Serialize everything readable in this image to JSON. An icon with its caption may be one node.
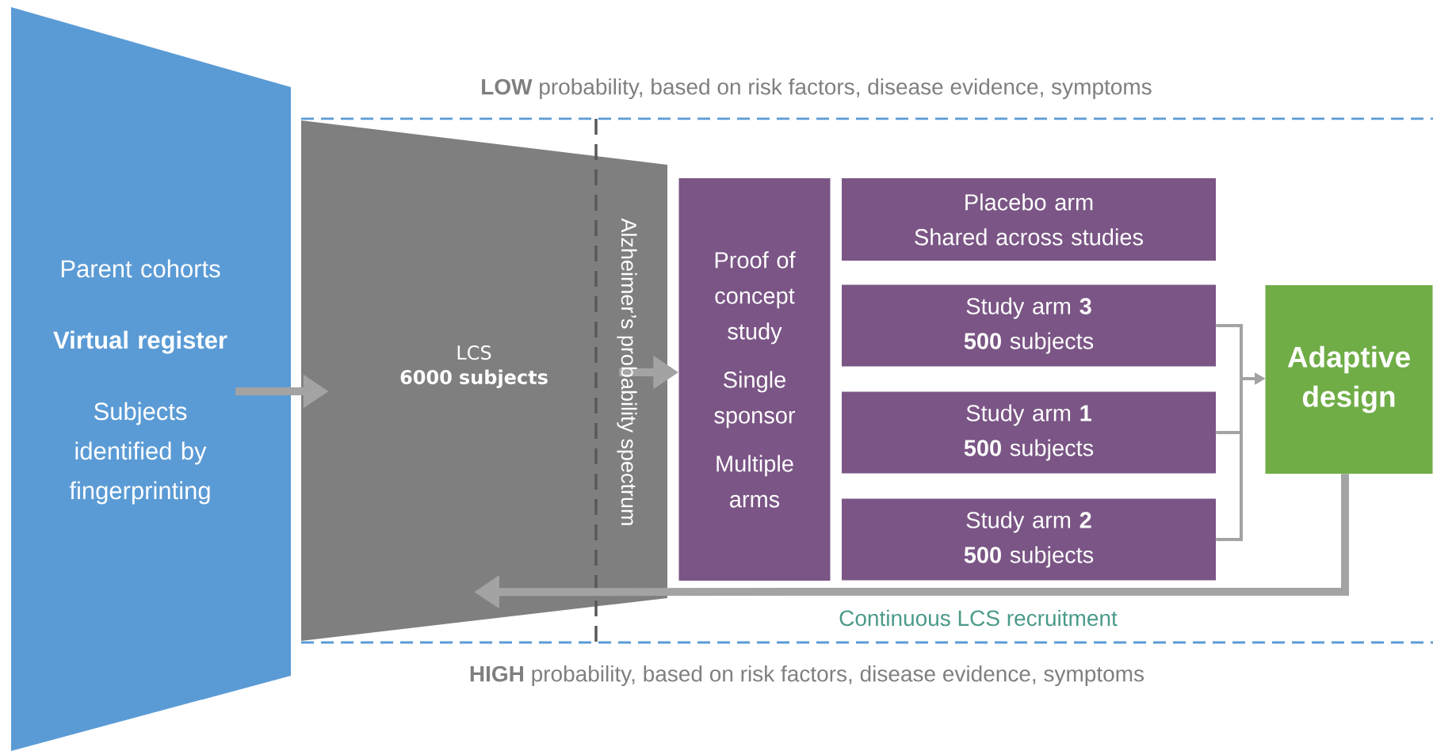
{
  "diagram": {
    "nodes": [
      {
        "text": [
          "Parent cohorts",
          "Virtual register",
          "Subjects identified by fingerprinting"
        ]
      },
      {
        "text": [
          "LCS",
          "6000 subjects"
        ]
      },
      {
        "text": [
          "Proof of concept study",
          "Single sponsor",
          "Multiple arms"
        ]
      },
      {
        "text": [
          "Placebo arm",
          "Shared across studies"
        ]
      },
      {
        "text": [
          "Study arm **3**",
          "**500** subjects"
        ]
      },
      {
        "text": [
          "Study arm **1**",
          "**500** subjects"
        ]
      },
      {
        "text": [
          "Study arm **2**",
          "**500** subjects"
        ]
      },
      {
        "text": [
          "Adaptive design"
        ]
      }
    ],
    "edges": [
      {
        "from": 0,
        "to": 1,
        "arrow": "to",
        "style": "thick"
      },
      {
        "from": 1,
        "to": 2,
        "arrow": "to",
        "style": "thick"
      },
      {
        "from": 4,
        "to": 7,
        "arrow": "to"
      },
      {
        "from": 5,
        "to": 7,
        "arrow": "to"
      },
      {
        "from": 6,
        "to": 7,
        "arrow": "to"
      },
      {
        "from": 7,
        "to": 1,
        "arrow": "to",
        "style": "thick",
        "label": "Continuous LCS recruitment"
      }
    ],
    "labels": [
      "**LOW** probability, based on risk factors, disease evidence, symptoms",
      "Alzheimer’s probability spectrum",
      "**HIGH** probability, based on risk factors, disease evidence, symptoms"
    ]
  }
}
